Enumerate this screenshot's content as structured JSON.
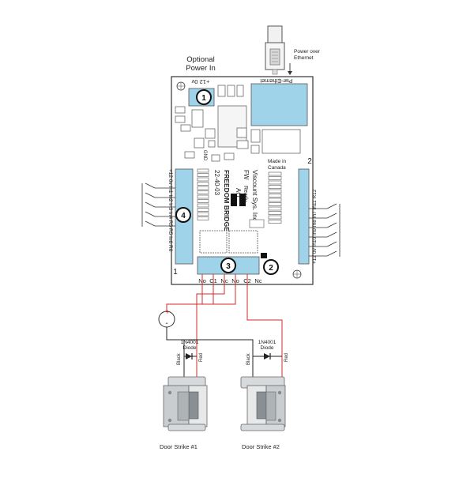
{
  "labels": {
    "optional_power": "Optional",
    "optional_power_2": "Power In",
    "poe": "Power over",
    "poe_2": "Ethernet",
    "pwr_ethernet": "Pwr-Ethernet",
    "plus12_0v_top": "+12  0v",
    "gnd": "GND",
    "made_in": "Made in",
    "canada": "Canada",
    "viscount": "Viscount Sys. Inc.",
    "fw": "FW",
    "ready": "Ready",
    "ao": "AO",
    "freedom_bridge": "FREEDOM BRIDGE",
    "part_no": "22-40-03",
    "left_pins": "+12  0v  In1  In2  In3  In4  R5  R5  In6  R6",
    "right_pins": "+12  0v  In10  In9  In8  In7  In11  R12",
    "connector_1": "1",
    "connector_2": "2",
    "relay_no": "No",
    "relay_c1": "C1",
    "relay_nc": "Nc",
    "relay_no2": "No",
    "relay_c2": "C2",
    "relay_nc2": "Nc",
    "diode_1": "1N4001",
    "diode_1b": "Diode",
    "diode_2": "1N4001",
    "diode_2b": "Diode",
    "black_1": "Black",
    "red_1": "Red",
    "black_2": "Black",
    "red_2": "Red",
    "door_1": "Door Strike #1",
    "door_2": "Door Strike #2",
    "psu_plus": "+",
    "psu_minus": "-",
    "badge_1": "1",
    "badge_2": "2",
    "badge_3": "3",
    "badge_4": "4"
  },
  "colors": {
    "board": "#ffffff",
    "board_stroke": "#333333",
    "terminal": "#9fd3ea",
    "wire_red": "#d62828",
    "wire_black": "#222222",
    "strike_metal": "#bfc4c7"
  }
}
